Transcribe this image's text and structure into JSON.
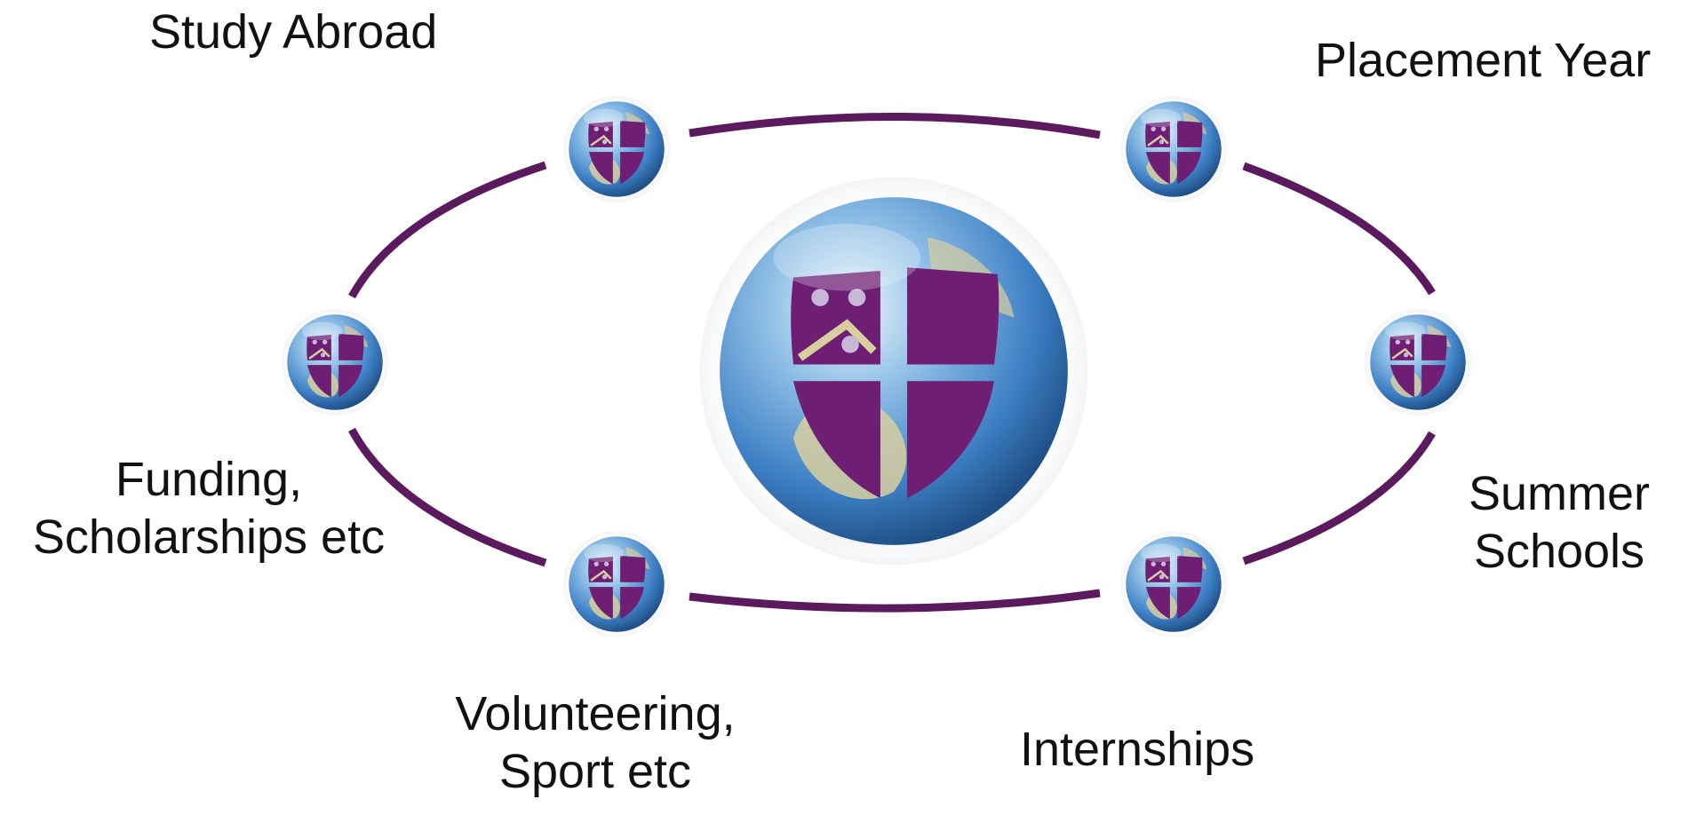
{
  "diagram": {
    "center_node": {
      "icon": "globe-crest-icon"
    },
    "nodes": [
      {
        "id": "study_abroad",
        "icon": "globe-crest-icon",
        "label_lines": [
          "Study Abroad"
        ]
      },
      {
        "id": "placement_year",
        "icon": "globe-crest-icon",
        "label_lines": [
          "Placement Year"
        ]
      },
      {
        "id": "summer_schools",
        "icon": "globe-crest-icon",
        "label_lines": [
          "Summer",
          "Schools"
        ]
      },
      {
        "id": "internships",
        "icon": "globe-crest-icon",
        "label_lines": [
          "Internships"
        ]
      },
      {
        "id": "volunteering",
        "icon": "globe-crest-icon",
        "label_lines": [
          "Volunteering,",
          "Sport etc"
        ]
      },
      {
        "id": "funding",
        "icon": "globe-crest-icon",
        "label_lines": [
          "Funding,",
          "Scholarships etc"
        ]
      }
    ],
    "colors": {
      "ring": "#5b1a5e",
      "crest": "#6e1f73",
      "ocean": "#3d7fc4",
      "land": "#d8cfa0"
    }
  }
}
